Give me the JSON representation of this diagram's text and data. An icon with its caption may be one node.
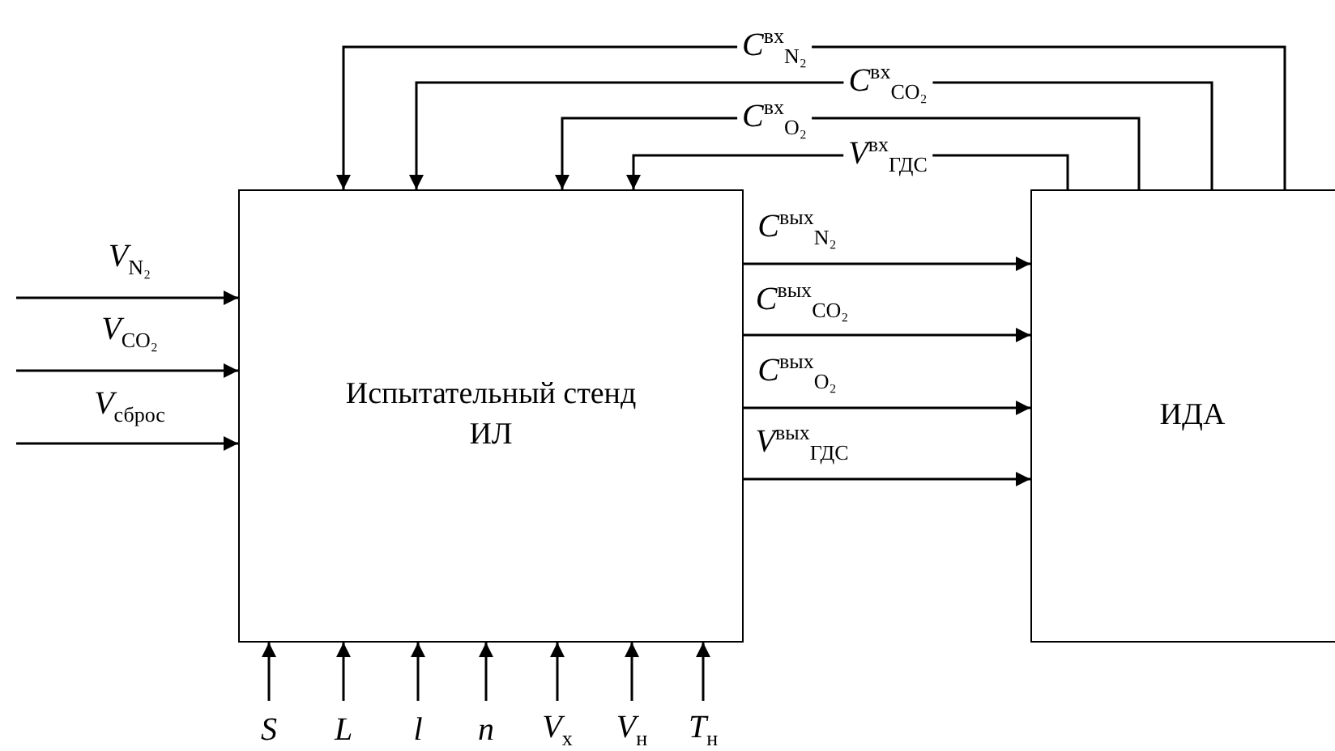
{
  "diagram": {
    "nodes": [
      {
        "text": [
          "Испытательный стенд ИЛ"
        ]
      },
      {
        "text": [
          "ИДА"
        ]
      }
    ],
    "edges": [
      {
        "from": null,
        "to": 0,
        "arrow": "to",
        "label": "V$_{N₂}$"
      },
      {
        "from": null,
        "to": 0,
        "arrow": "to",
        "label": "V$_{CO₂}$"
      },
      {
        "from": null,
        "to": 0,
        "arrow": "to",
        "label": "V$_{сброс}$"
      },
      {
        "from": 1,
        "to": 0,
        "arrow": "to",
        "label": "C$^{вх}$$_{N₂}$"
      },
      {
        "from": 1,
        "to": 0,
        "arrow": "to",
        "label": "C$^{вх}$$_{CO₂}$"
      },
      {
        "from": 1,
        "to": 0,
        "arrow": "to",
        "label": "C$^{вх}$$_{O₂}$"
      },
      {
        "from": 1,
        "to": 0,
        "arrow": "to",
        "label": "V$^{вх}$$_{ГДС}$"
      },
      {
        "from": 0,
        "to": 1,
        "arrow": "to",
        "label": "C$^{вых}$$_{N₂}$"
      },
      {
        "from": 0,
        "to": 1,
        "arrow": "to",
        "label": "C$^{вых}$$_{CO₂}$"
      },
      {
        "from": 0,
        "to": 1,
        "arrow": "to",
        "label": "C$^{вых}$$_{O₂}$"
      },
      {
        "from": 0,
        "to": 1,
        "arrow": "to",
        "label": "V$^{вых}$$_{ГДС}$"
      },
      {
        "from": null,
        "to": 0,
        "arrow": "to",
        "label": "S"
      },
      {
        "from": null,
        "to": 0,
        "arrow": "to",
        "label": "L"
      },
      {
        "from": null,
        "to": 0,
        "arrow": "to",
        "label": "l"
      },
      {
        "from": null,
        "to": 0,
        "arrow": "to",
        "label": "n"
      },
      {
        "from": null,
        "to": 0,
        "arrow": "to",
        "label": "V$_{х}$"
      },
      {
        "from": null,
        "to": 0,
        "arrow": "to",
        "label": "V$_{н}$"
      },
      {
        "from": null,
        "to": 0,
        "arrow": "to",
        "label": "T$_{н}$"
      }
    ]
  }
}
